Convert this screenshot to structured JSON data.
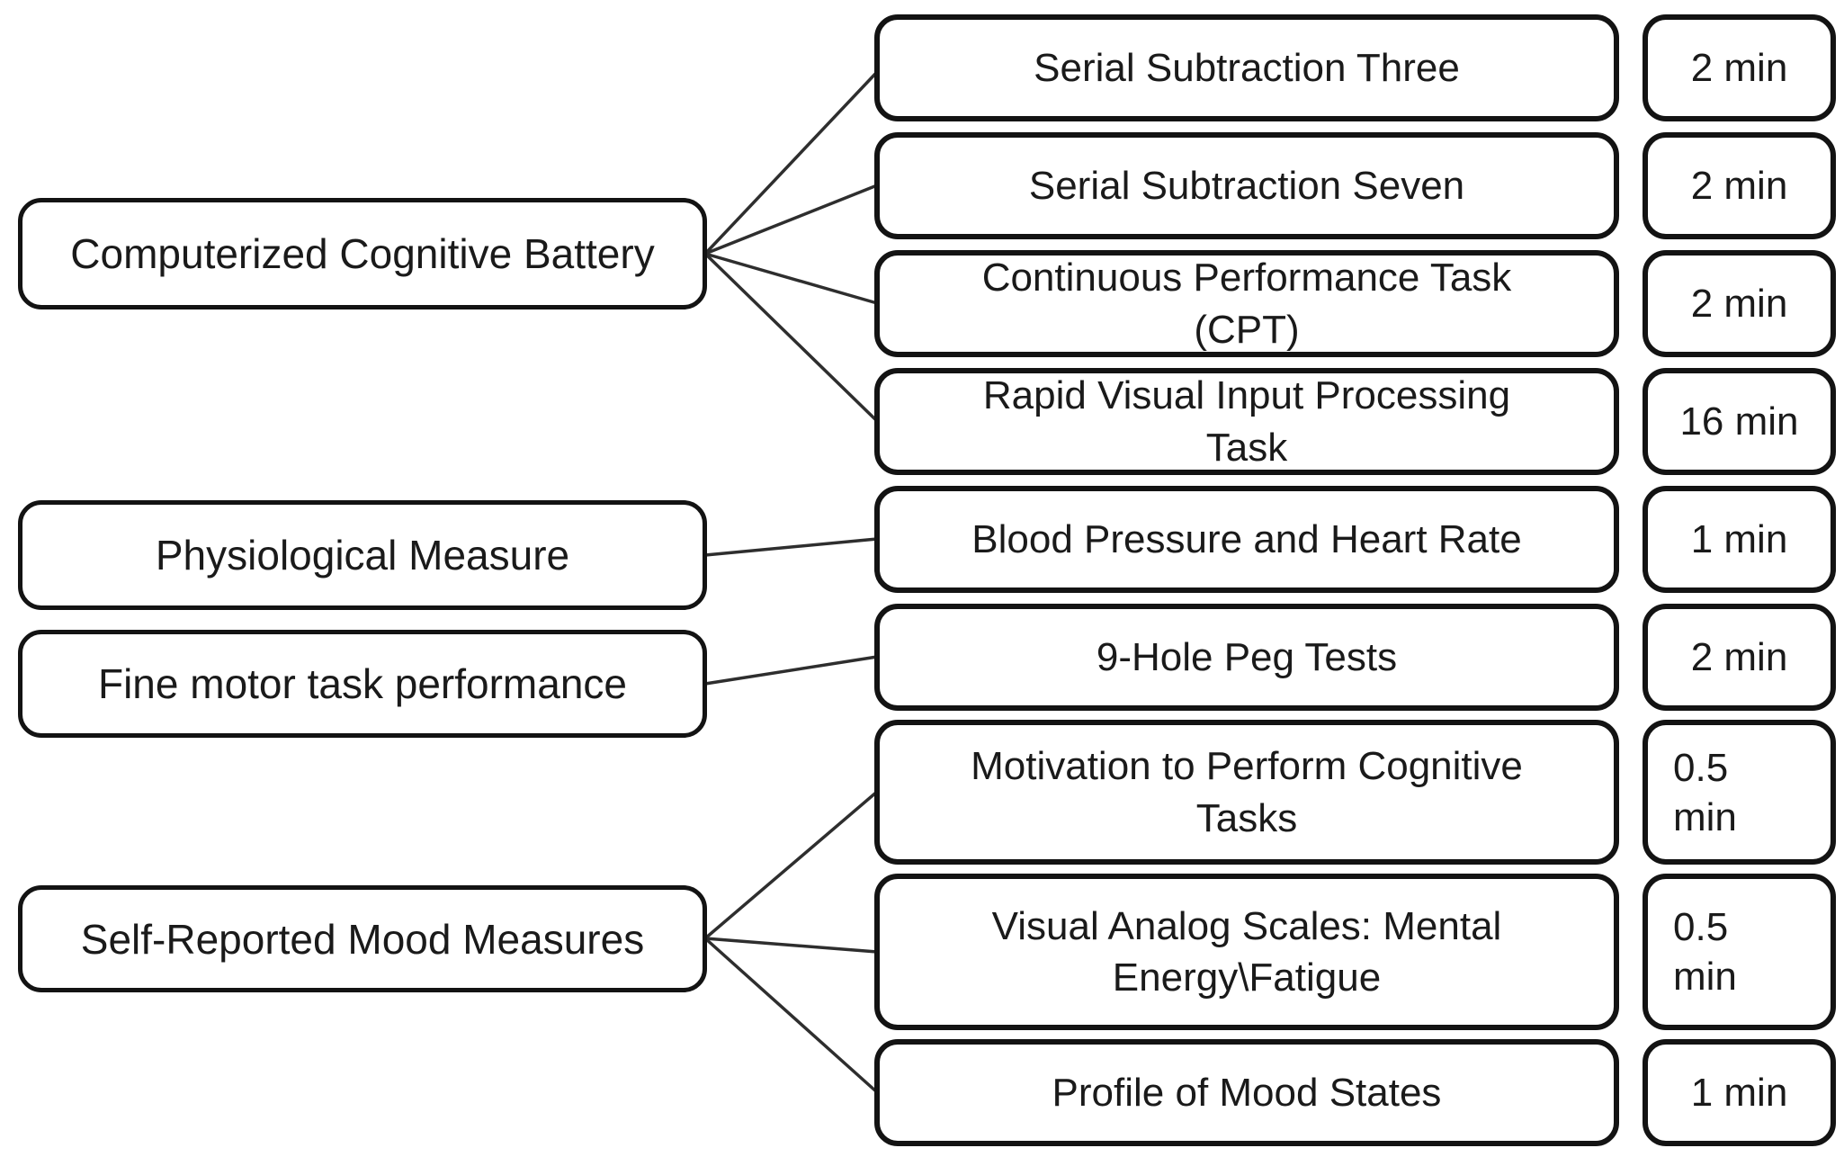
{
  "figure": {
    "categories": [
      {
        "label": "Computerized Cognitive Battery"
      },
      {
        "label": "Physiological Measure"
      },
      {
        "label": "Fine motor task performance"
      },
      {
        "label": "Self-Reported Mood Measures"
      }
    ],
    "rows": [
      {
        "task": "Serial Subtraction Three",
        "duration": "2 min"
      },
      {
        "task": "Serial Subtraction Seven",
        "duration": "2 min"
      },
      {
        "task": "Continuous Performance Task (CPT)",
        "duration": "2 min"
      },
      {
        "task": "Rapid Visual Input Processing Task",
        "duration": "16 min"
      },
      {
        "task": "Blood Pressure and Heart Rate",
        "duration": "1 min"
      },
      {
        "task": "9-Hole Peg Tests",
        "duration": "2 min"
      },
      {
        "task": "Motivation to Perform Cognitive Tasks",
        "duration": "0.5 min"
      },
      {
        "task": "Visual Analog Scales: Mental Energy\\Fatigue",
        "duration": "0.5 min"
      },
      {
        "task": "Profile of Mood States",
        "duration": "1 min"
      }
    ],
    "connections": [
      {
        "category": 0,
        "rows": [
          0,
          1,
          2,
          3
        ]
      },
      {
        "category": 1,
        "rows": [
          4
        ]
      },
      {
        "category": 2,
        "rows": [
          5
        ]
      },
      {
        "category": 3,
        "rows": [
          6,
          7,
          8
        ]
      }
    ],
    "colors": {
      "background": "#ffffff",
      "border": "#131313",
      "text": "#1a1a1a",
      "line": "#2e2e2e"
    }
  }
}
